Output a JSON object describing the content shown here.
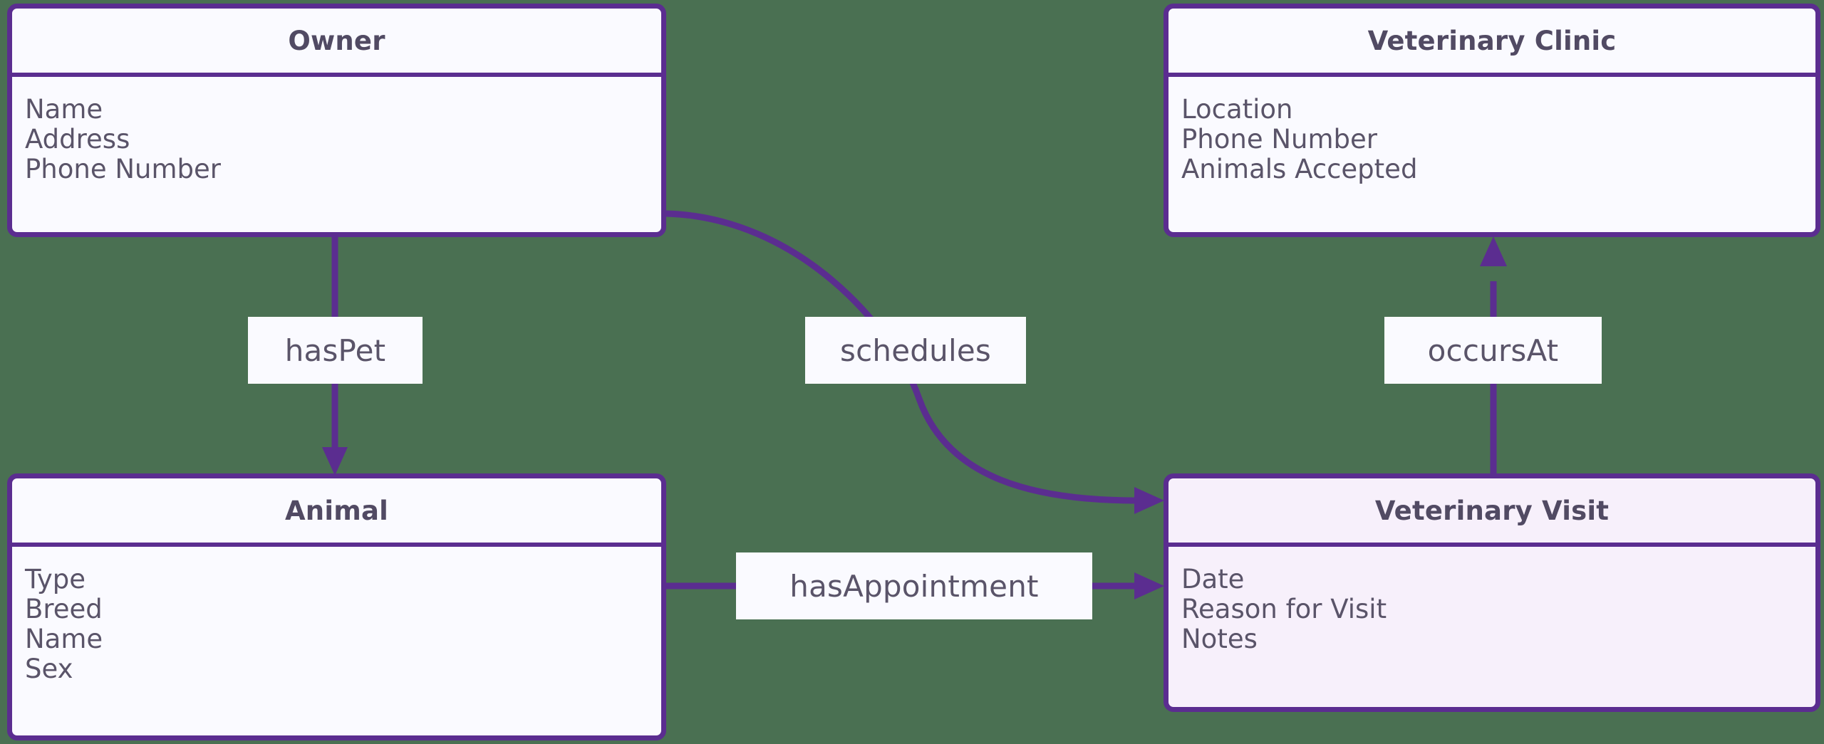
{
  "diagram": {
    "type": "entity-relationship-diagram",
    "background_color": "#4a7052",
    "accent_color": "#5b2d90",
    "entity_fill": "#fafaff",
    "entity_fill_highlight": "#f7f0fb",
    "title_color": "#514a63",
    "attribute_color": "#5a5469"
  },
  "entities": [
    {
      "id": "owner",
      "title": "Owner",
      "attributes": [
        "Name",
        "Address",
        "Phone Number"
      ],
      "highlighted": false
    },
    {
      "id": "veterinary-clinic",
      "title": "Veterinary Clinic",
      "attributes": [
        "Location",
        "Phone Number",
        "Animals Accepted"
      ],
      "highlighted": false
    },
    {
      "id": "animal",
      "title": "Animal",
      "attributes": [
        "Type",
        "Breed",
        "Name",
        "Sex"
      ],
      "highlighted": false
    },
    {
      "id": "veterinary-visit",
      "title": "Veterinary Visit",
      "attributes": [
        "Date",
        "Reason for Visit",
        "Notes"
      ],
      "highlighted": true
    }
  ],
  "relationships": [
    {
      "id": "haspet",
      "label": "hasPet",
      "from": "Owner",
      "to": "Animal",
      "direction": "down"
    },
    {
      "id": "schedules",
      "label": "schedules",
      "from": "Owner",
      "to": "Veterinary Visit",
      "direction": "curve-right"
    },
    {
      "id": "occursat",
      "label": "occursAt",
      "from": "Veterinary Visit",
      "to": "Veterinary Clinic",
      "direction": "up"
    },
    {
      "id": "hasappointment",
      "label": "hasAppointment",
      "from": "Animal",
      "to": "Veterinary Visit",
      "direction": "right"
    }
  ]
}
